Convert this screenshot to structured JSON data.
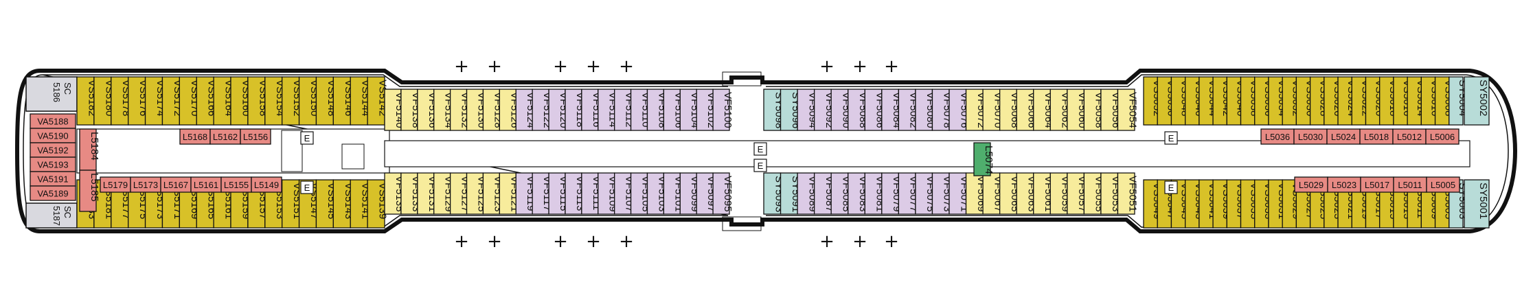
{
  "colors": {
    "yellow": "#d8c128",
    "cream": "#f7ec9c",
    "lilac": "#dccbe6",
    "teal": "#b8dcd8",
    "pink": "#e78a84",
    "green": "#4fae6d",
    "grey": "#d9d9df",
    "white": "#ffffff"
  },
  "aft": {
    "sc_top": [
      "SC",
      "5186"
    ],
    "sc_bottom": [
      "SC",
      "5187"
    ],
    "va_cabins": [
      "VA5188",
      "VA5190",
      "VA5192",
      "VA5193",
      "VA5191",
      "VA5189"
    ]
  },
  "rows": {
    "aft_top": [
      "VS5182",
      "VS5180",
      "VS5178",
      "VS5176",
      "VS5174",
      "VS5172",
      "VS5170",
      "VS5166",
      "VS5164",
      "VS5160",
      "VS5158",
      "VS5154",
      "VS5152",
      "VS5150",
      "VS5148",
      "VS5146",
      "VS5144",
      "VS5142"
    ],
    "aft_bottom": [
      "VS5183",
      "VS5181",
      "VS5177",
      "VS5175",
      "VS5173",
      "VS5171",
      "VS5169",
      "VS5165",
      "VS5161",
      "VS5159",
      "VS5157",
      "VS5153",
      "VS5151",
      "VS5147",
      "VS5145",
      "VS5143",
      "VS5141",
      "VS5139"
    ],
    "mid1_top": [
      "VF5140",
      "VF5138",
      "VF5136",
      "VF5134",
      "VF5132",
      "VF5130",
      "VF5128",
      "VF5126",
      "VF5124",
      "VF5122",
      "VF5120",
      "VF5118",
      "VF5116",
      "VF5114",
      "VF5112",
      "VF5110",
      "VF5108",
      "VF5106",
      "VF5104",
      "VF5102",
      "VF5100"
    ],
    "mid1_bottom": [
      "VF5135",
      "VF5133",
      "VF5131",
      "VF5129",
      "VF5127",
      "VF5125",
      "VF5123",
      "VF5121",
      "VF5119",
      "VF5117",
      "VF5115",
      "VF5113",
      "VF5111",
      "VF5109",
      "VF5107",
      "VF5105",
      "VF5103",
      "VF5101",
      "VF5099",
      "VF5097",
      "VF5095"
    ],
    "mid2_top": [
      "SY5098",
      "SY5096",
      "VF5094",
      "VF5092",
      "VF5090",
      "VF5088",
      "VF5086",
      "VF5084",
      "VF5082",
      "VF5080",
      "VF5078",
      "VF5076",
      "VF5072",
      "VF5070",
      "VF5068",
      "VF5066",
      "VF5064",
      "VF5062",
      "VF5060",
      "VF5058",
      "VF5056",
      "VF5054"
    ],
    "mid2_bottom": [
      "SY5093",
      "SY5091",
      "VF5089",
      "VF5087",
      "VF5085",
      "VF5083",
      "VF5081",
      "VF5079",
      "VF5077",
      "VF5075",
      "VF5073",
      "VF5071",
      "VF5069",
      "VF5067",
      "VF5065",
      "VF5063",
      "VF5061",
      "VF5059",
      "VF5057",
      "VF5055",
      "VF5053",
      "VF5051"
    ],
    "fwd_top": [
      "VS5052",
      "VS5050",
      "VS5048",
      "VS5046",
      "VS5044",
      "VS5042",
      "VS5040",
      "VS5038",
      "VS5036",
      "VS5034",
      "VS5032",
      "VS5030",
      "VS5028",
      "VS5026",
      "VS5024",
      "VS5022",
      "VS5020",
      "VS5018",
      "VS5016",
      "VS5014",
      "VS5010",
      "VS5008",
      "SY5004"
    ],
    "fwd_bottom": [
      "VS5049",
      "VS5047",
      "VS5045",
      "VS5043",
      "VS5041",
      "VS5039",
      "VS5037",
      "VS5035",
      "VS5033",
      "VS5031",
      "VS5029",
      "VS5027",
      "VS5025",
      "VS5023",
      "VS5021",
      "VS5019",
      "VS5017",
      "VS5015",
      "VS5013",
      "VS5011",
      "VS5009",
      "VS5005",
      "SY5003"
    ]
  },
  "fwd_suites": {
    "top": "SY5002",
    "bottom": "SY5001"
  },
  "interior": {
    "aft_top": [
      "L5168",
      "L5162",
      "L5156"
    ],
    "aft_bottom": [
      "L5179",
      "L5173",
      "L5167",
      "L5161",
      "L5155",
      "L5149"
    ],
    "aft_vertical": [
      "L5184",
      "L5185"
    ],
    "fwd_top": [
      "L5036",
      "L5030",
      "L5024",
      "L5018",
      "L5012",
      "L5006"
    ],
    "fwd_bottom": [
      "L5029",
      "L5023",
      "L5017",
      "L5011",
      "L5005"
    ],
    "mid": "L5074"
  },
  "elevator_label": "E",
  "plus_symbol": "+"
}
